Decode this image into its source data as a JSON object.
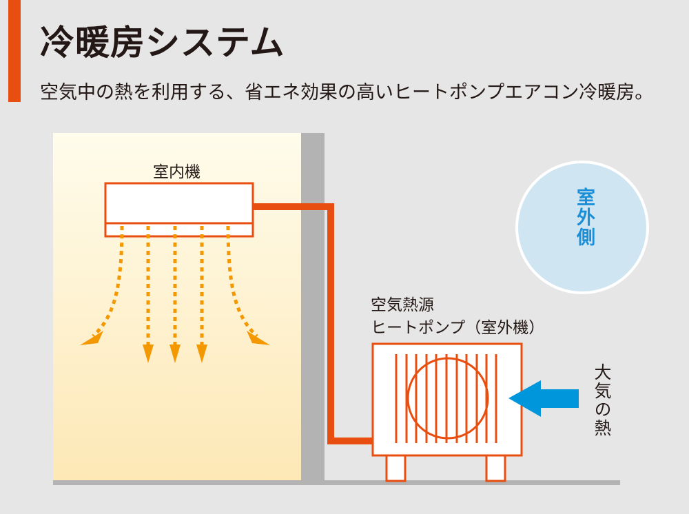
{
  "header": {
    "title": "冷暖房システム",
    "subtitle": "空気中の熱を利用する、省エネ効果の高いヒートポンプエアコン冷暖房。"
  },
  "diagram": {
    "indoor_unit_label": "室内機",
    "outdoor_unit_label_line1": "空気熱源",
    "outdoor_unit_label_line2": "ヒートポンプ（室外機）",
    "outdoor_side_label": "室外側",
    "air_heat_label": "大気の熱"
  },
  "colors": {
    "accent": "#e84e0f",
    "airflow": "#f39800",
    "heat_arrow": "#0096dc",
    "outdoor_circle": "#cfe6f2",
    "wall": "#b3b3b3"
  }
}
